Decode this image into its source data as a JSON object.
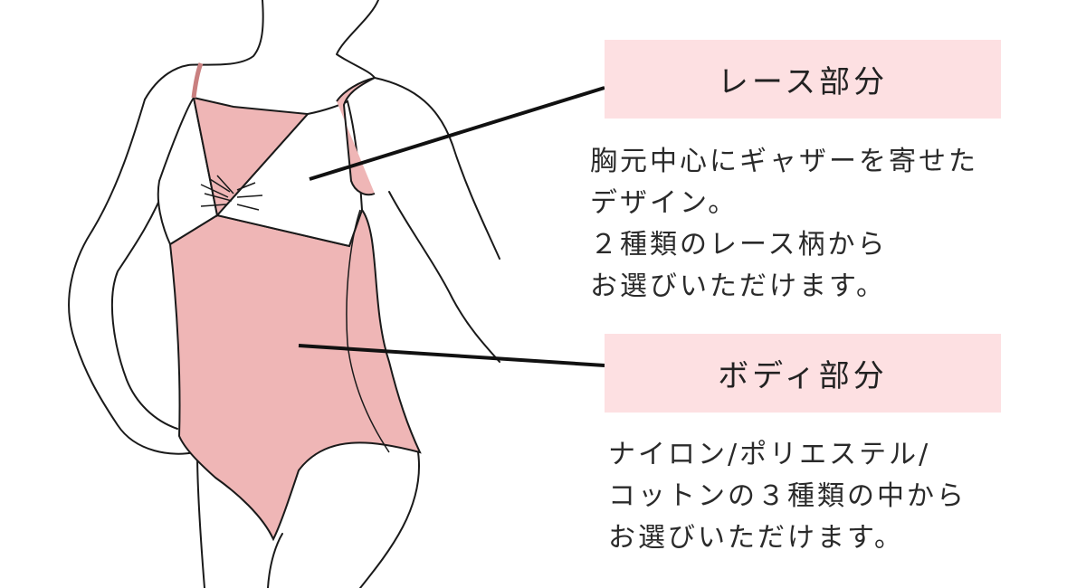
{
  "lace": {
    "label": "レース部分",
    "description_lines": [
      "胸元中心にギャザーを寄せた",
      "デザイン。",
      "２種類のレース柄から",
      "お選びいただけます。"
    ]
  },
  "body": {
    "label": "ボディ部分",
    "description_lines": [
      "ナイロン/ポリエステル/",
      "コットンの３種類の中から",
      "お選びいただけます。"
    ]
  },
  "colors": {
    "garment_body": "#efb6b6",
    "label_background": "#fde0e2",
    "outline": "#1a1a1a",
    "lace": "#ffffff"
  },
  "icons": {
    "figure": "leotard-figure-illustration"
  }
}
